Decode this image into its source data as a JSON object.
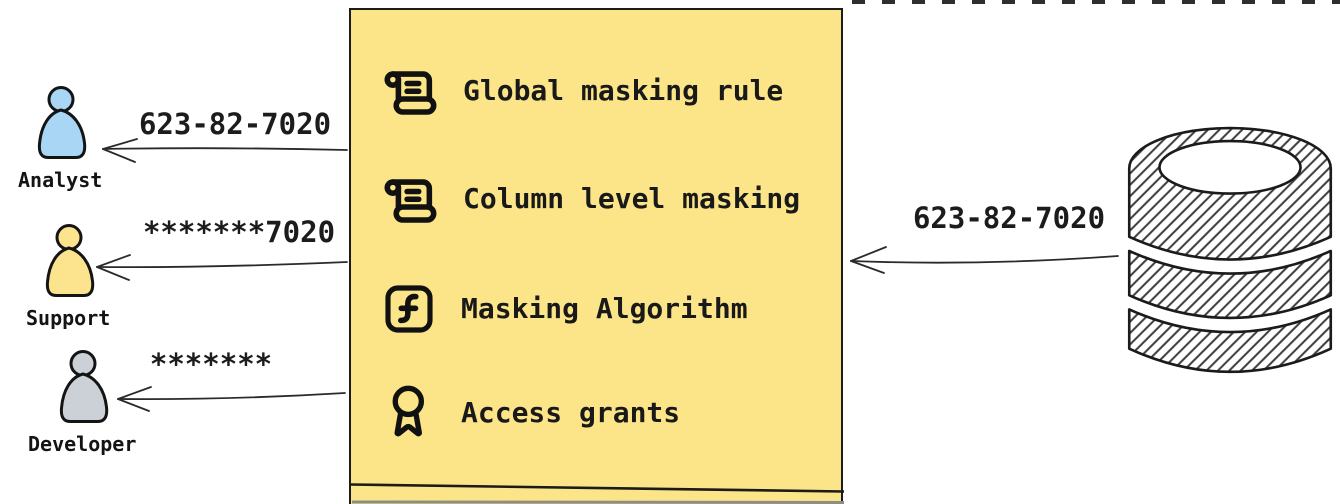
{
  "actors": [
    {
      "name": "Analyst",
      "fill": "#aad6f6",
      "received_value": "623-82-7020"
    },
    {
      "name": "Support",
      "fill": "#fbe48d",
      "received_value": "*******7020"
    },
    {
      "name": "Developer",
      "fill": "#ccd1d8",
      "received_value": "*******"
    }
  ],
  "masking_box": {
    "fill": "#fbe588",
    "border_color": "#1b1b1b",
    "items": [
      {
        "icon": "scroll-icon",
        "label": "Global masking rule"
      },
      {
        "icon": "scroll-icon",
        "label": "Column level masking"
      },
      {
        "icon": "function-icon",
        "label": "Masking Algorithm"
      },
      {
        "icon": "award-icon",
        "label": "Access grants"
      }
    ]
  },
  "database": {
    "icon": "database-icon",
    "outgoing_value": "623-82-7020"
  },
  "colors": {
    "ink": "#1b1b1b",
    "arrow": "#2a2a2a"
  }
}
